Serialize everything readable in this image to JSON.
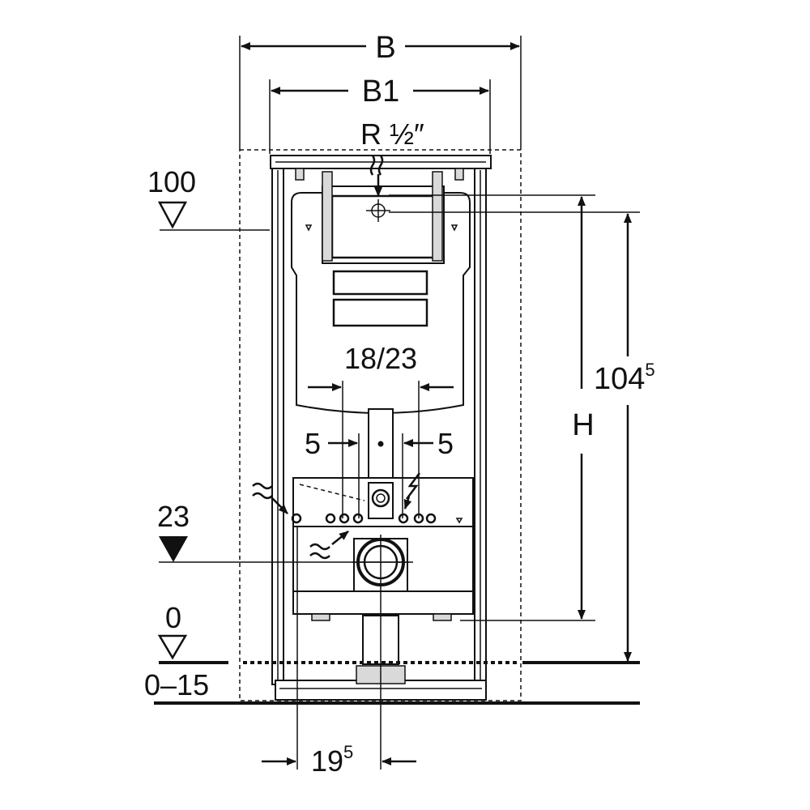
{
  "labels": {
    "width_total": "B",
    "width_frame": "B1",
    "water_connection": "R ½″",
    "level_top": "100",
    "level_mid": "23",
    "level_floor": "0",
    "floor_range": "0–15",
    "height": "H",
    "height_total_base": "104",
    "height_total_sup": "5",
    "spacing_center": "18/23",
    "offset_left": "5",
    "offset_right": "5",
    "axis_offset_base": "19",
    "axis_offset_sup": "5"
  },
  "icons": {
    "water_supply": "wavy-water-icon",
    "drain": "wavy-drain-icon",
    "electric": "lightning-icon",
    "level_marker": "triangle-marker-icon"
  }
}
